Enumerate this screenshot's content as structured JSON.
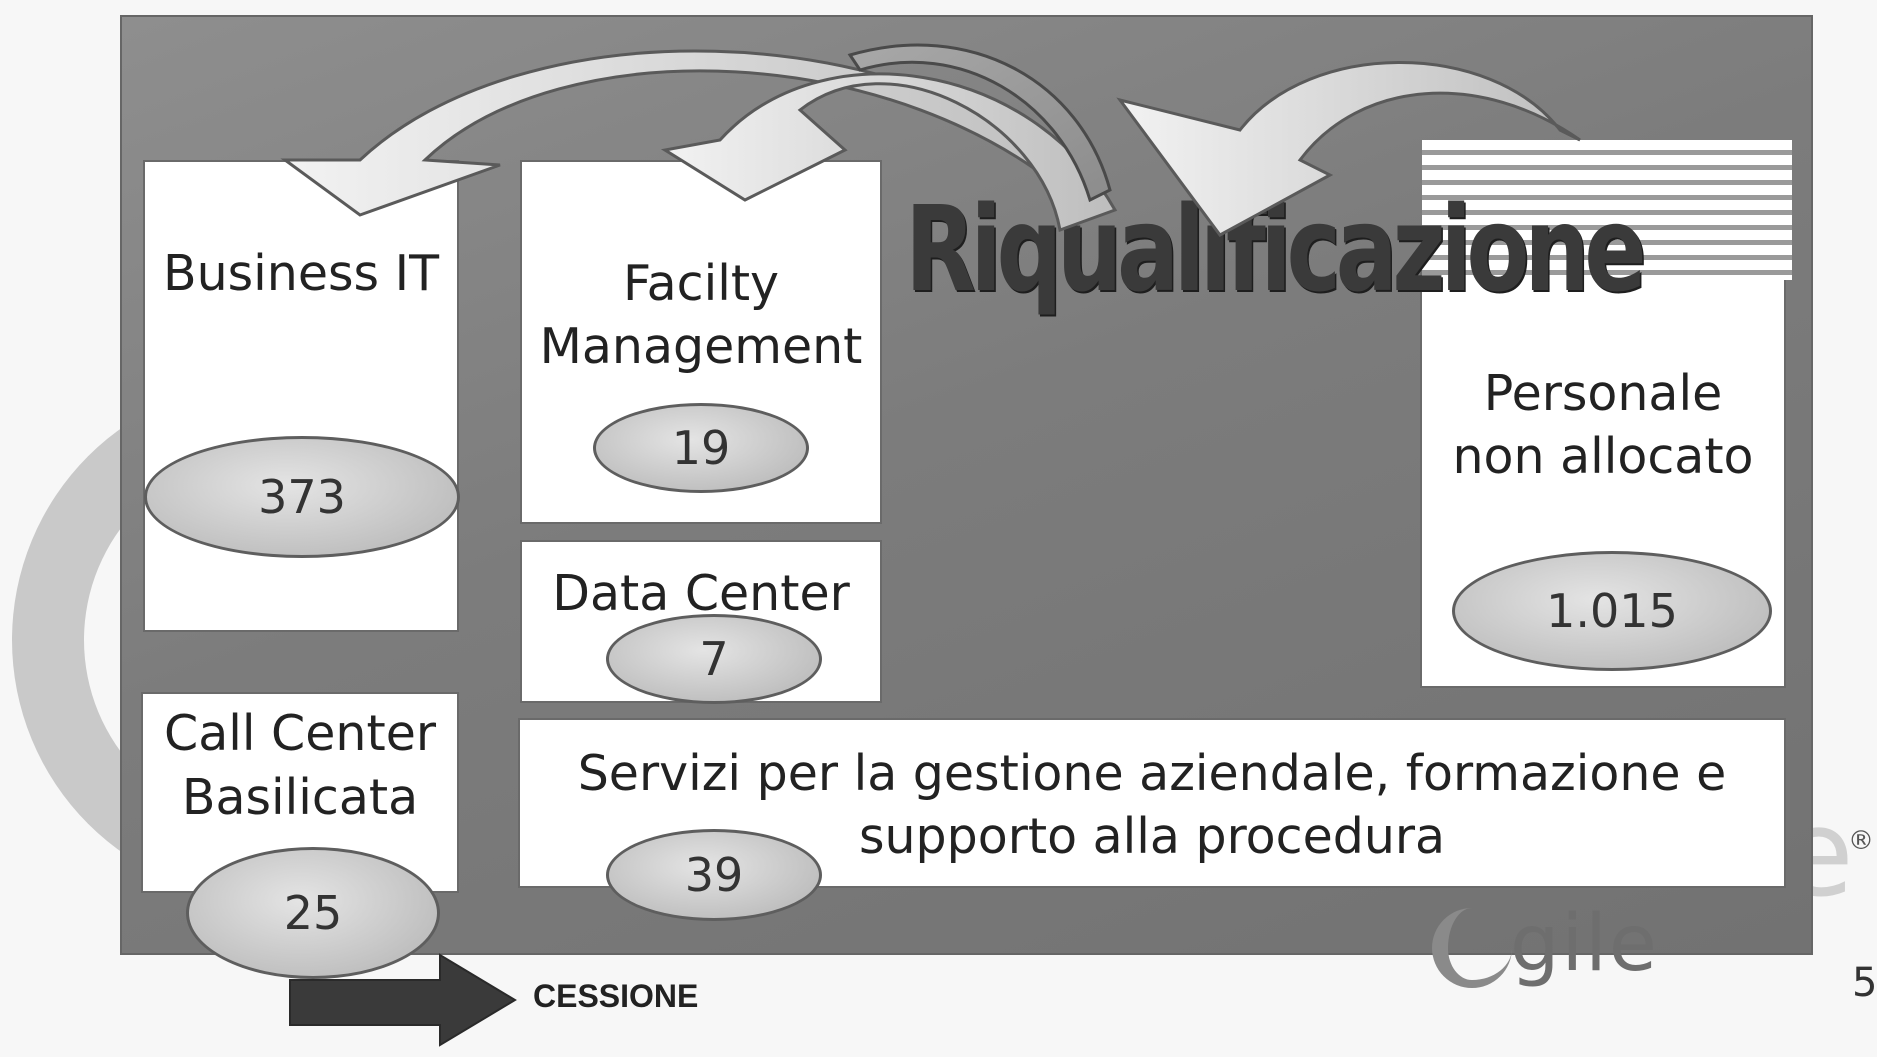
{
  "diagram": {
    "boxes": {
      "business_it": {
        "title": "Business IT",
        "count": "373"
      },
      "facility_management": {
        "title_line1": "Facilty",
        "title_line2": "Management",
        "count": "19"
      },
      "data_center": {
        "title": "Data Center",
        "count": "7"
      },
      "personale": {
        "title_line1": "Personale",
        "title_line2": "non allocato",
        "count": "1.015"
      },
      "call_center": {
        "title_line1": "Call Center",
        "title_line2": "Basilicata",
        "count": "25"
      },
      "servizi": {
        "title_line1": "Servizi per la gestione aziendale, formazione e",
        "title_line2": "supporto alla procedura",
        "count": "39"
      }
    },
    "riqualificazione_label": "Riqualificazione",
    "cessione_label": "CESSIONE"
  },
  "branding": {
    "logo_text": "gile",
    "trailing_letter": "e",
    "registered_mark": "®"
  },
  "page_number": "5",
  "colors": {
    "panel": "#7f7f7f",
    "box": "#ffffff",
    "ellipse": "#c4c4c4",
    "arrow_dark": "#3a3a3a",
    "arrow_light": "#e6e6e6"
  }
}
